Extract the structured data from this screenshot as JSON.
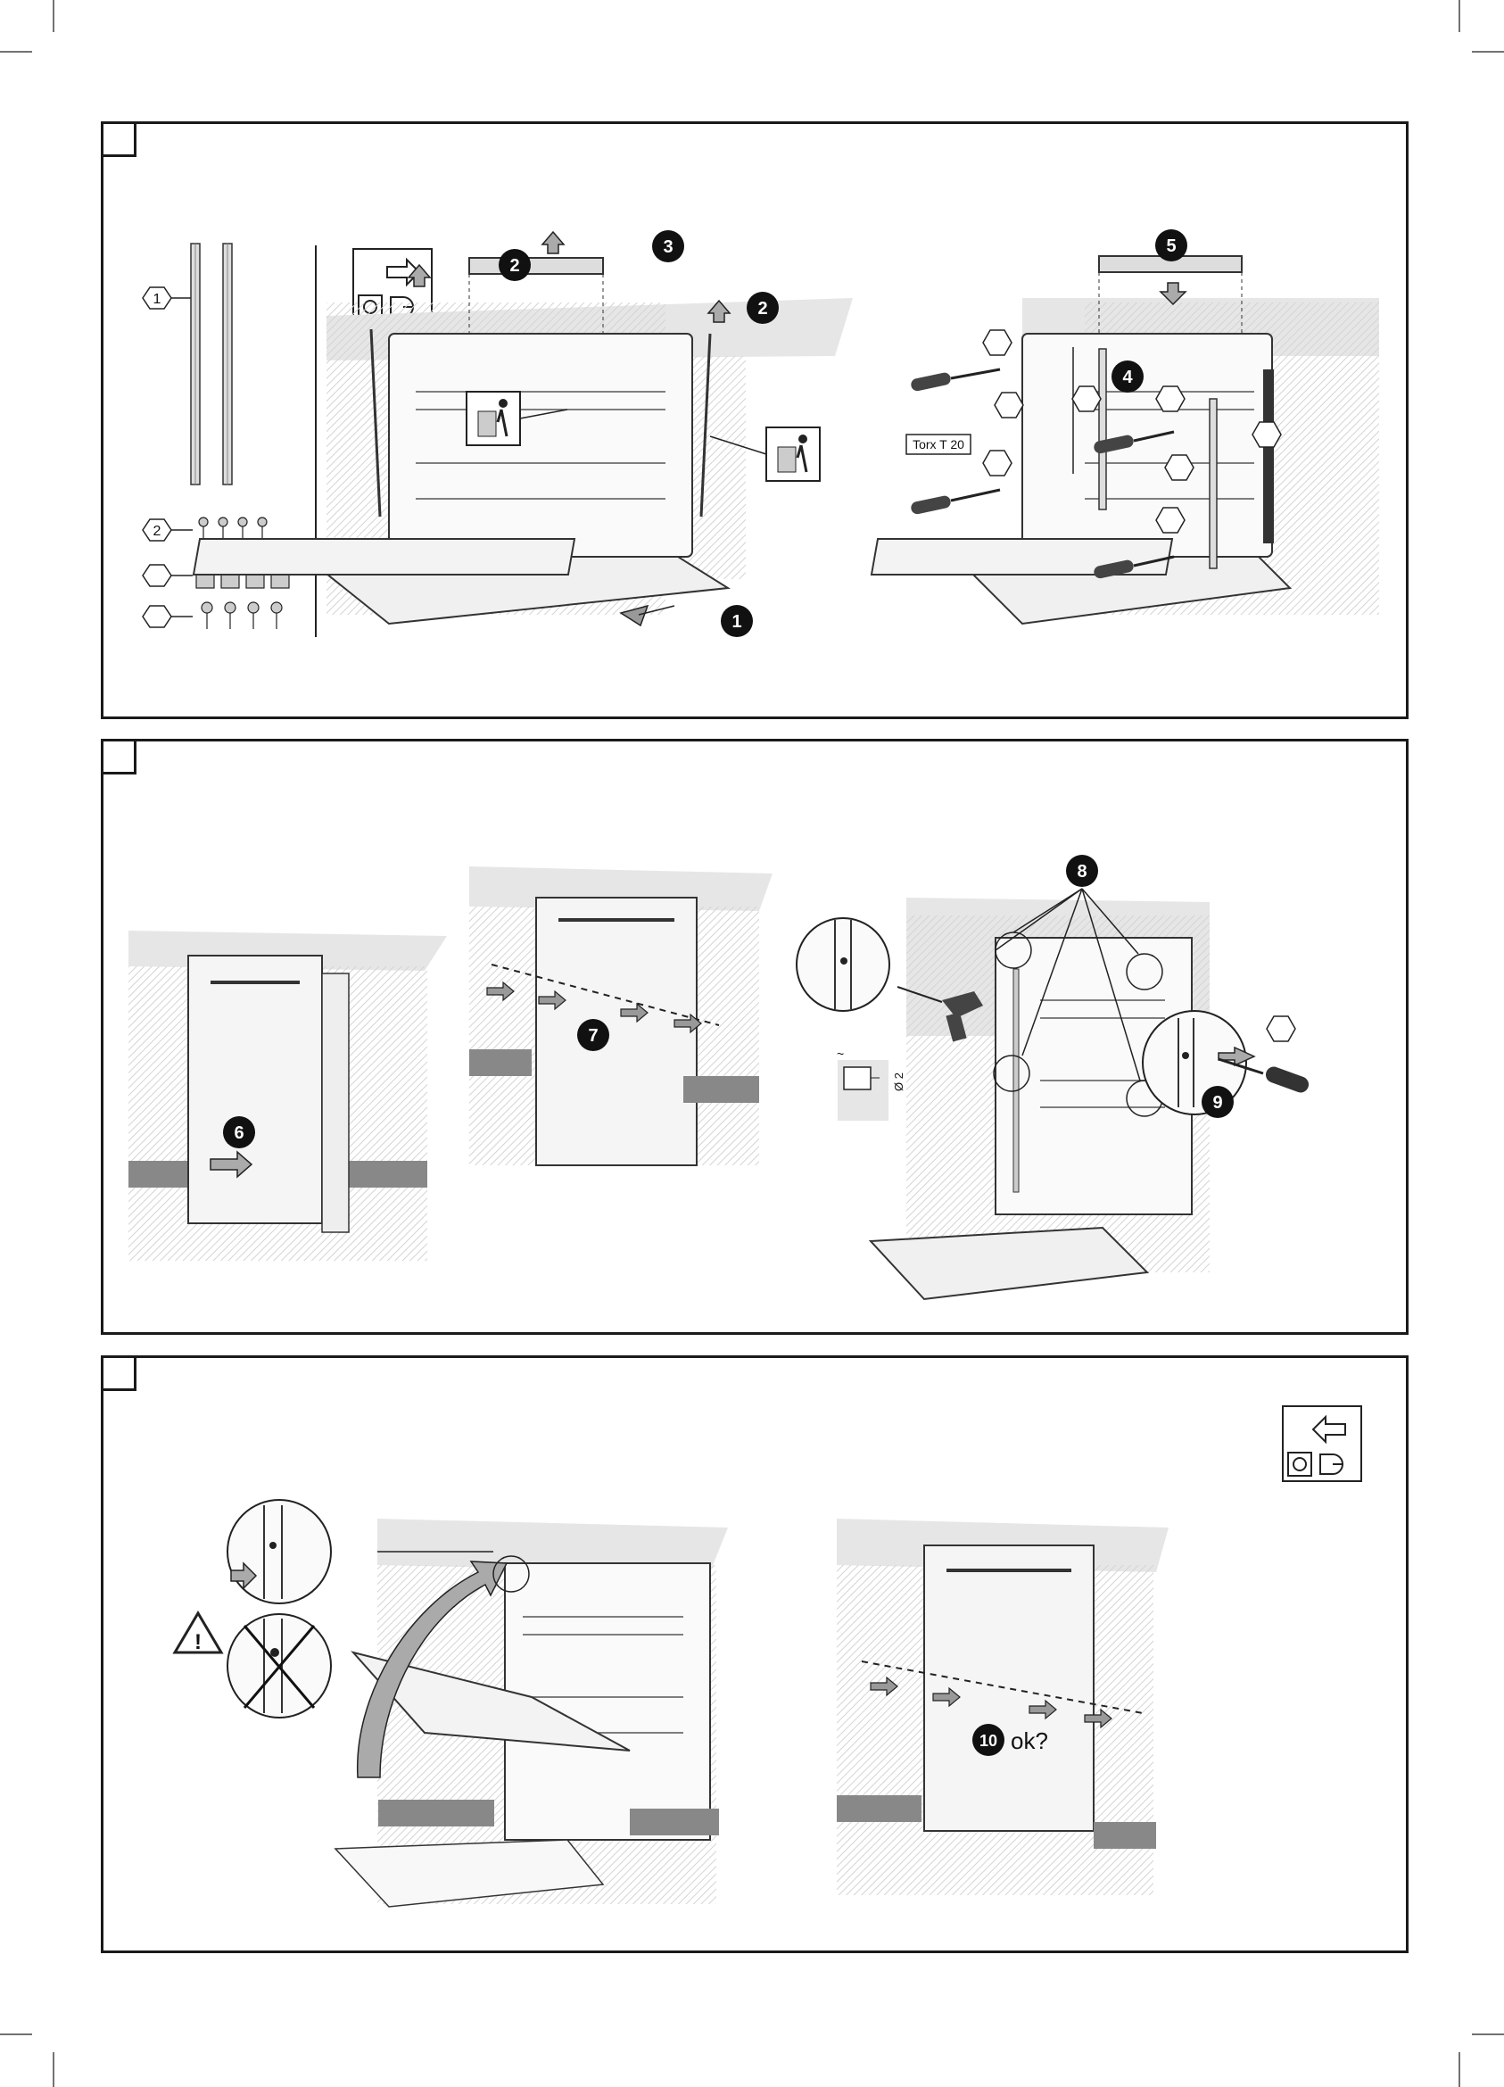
{
  "steps": {
    "s1": "1",
    "s2a": "2",
    "s2b": "2",
    "s3": "3",
    "s4": "4",
    "s5": "5",
    "s6": "6",
    "s7": "7",
    "s8": "8",
    "s9": "9",
    "s10": "10"
  },
  "parts": {
    "p1": "1",
    "p2": "2"
  },
  "tool_label": "Torx T 20",
  "ok_label": "ok?",
  "dim_label": "Ø 2",
  "dim_tilde": "~",
  "warn_glyph": "!",
  "icons": [
    "power-unplug-icon",
    "recycle-bin-icon",
    "warning-icon",
    "power-plug-in-icon",
    "screwdriver-icon",
    "drill-icon"
  ]
}
